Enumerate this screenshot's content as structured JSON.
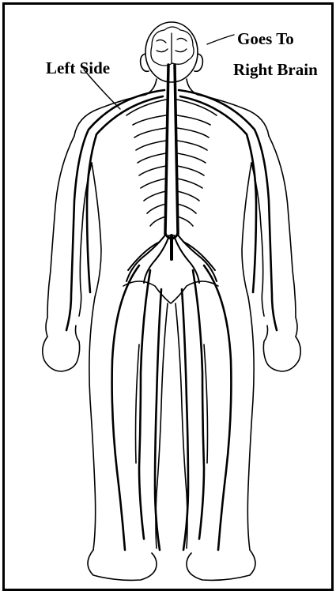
{
  "labels": {
    "left_side": "Left Side",
    "goes_to": "Goes To",
    "right_brain": "Right Brain"
  },
  "colors": {
    "ink": "#000000",
    "background": "#ffffff"
  }
}
